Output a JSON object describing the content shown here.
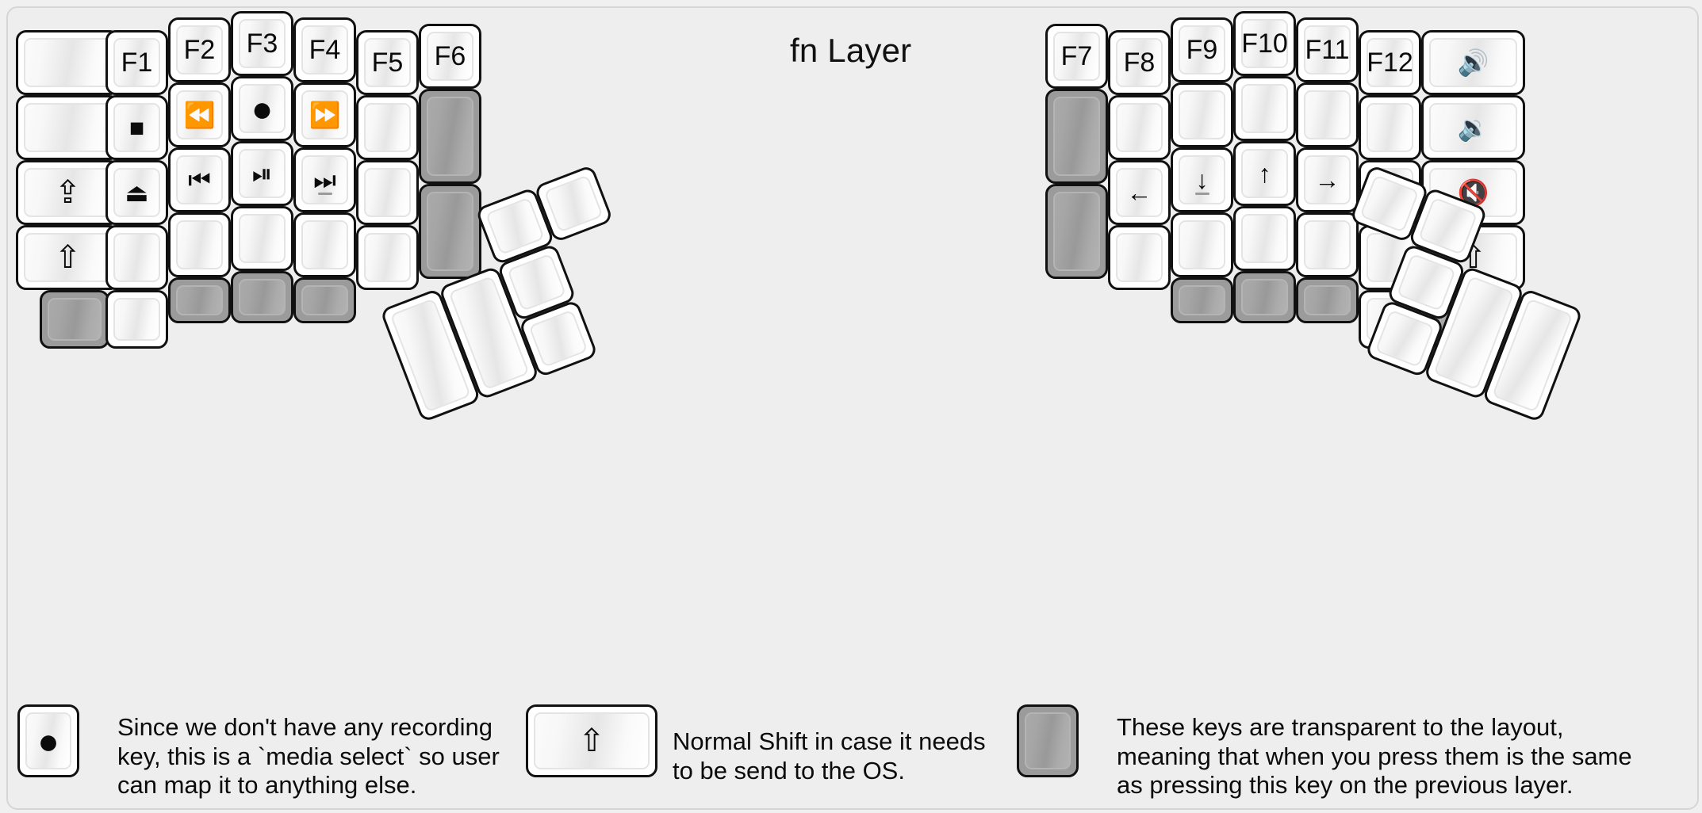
{
  "title": "fn Layer",
  "colors": {
    "background": "#f0f0f0",
    "plate": "#eeeeee",
    "key_face": "#ffffff",
    "key_outline": "#111111",
    "transparent_key": "#9b9b9b",
    "text": "#0b0b0b"
  },
  "glyphs": {
    "blank": "",
    "stop": "■",
    "eject": "⏏",
    "caps_lock": "⇪",
    "shift": "⇧",
    "rewind": "⏪",
    "record": "●",
    "fast_forward": "⏩",
    "prev_track": "⏮",
    "play_pause": "⏯",
    "next_track": "⏭",
    "arrow_left": "←",
    "arrow_down": "↓",
    "arrow_up": "↑",
    "arrow_right": "→",
    "volume_up": "🔊",
    "volume_down": "🔉",
    "volume_mute": "🔇"
  },
  "left_half": {
    "columns": [
      {
        "name": "pinky-outer",
        "keys": [
          {
            "label": "",
            "icon": "blank",
            "transparent": false
          },
          {
            "label": "",
            "icon": "blank",
            "transparent": false
          },
          {
            "label": "",
            "icon": "caps-lock-icon",
            "transparent": false
          },
          {
            "label": "",
            "icon": "shift-icon",
            "transparent": false
          },
          {
            "label": "",
            "icon": "blank",
            "transparent": true
          }
        ]
      },
      {
        "name": "pinky",
        "keys": [
          {
            "label": "F1",
            "icon": "",
            "transparent": false
          },
          {
            "label": "",
            "icon": "stop-icon",
            "transparent": false
          },
          {
            "label": "",
            "icon": "eject-icon",
            "transparent": false
          },
          {
            "label": "",
            "icon": "blank",
            "transparent": false
          },
          {
            "label": "",
            "icon": "blank",
            "transparent": false
          }
        ]
      },
      {
        "name": "ring",
        "keys": [
          {
            "label": "F2",
            "icon": "",
            "transparent": false
          },
          {
            "label": "",
            "icon": "rewind-icon",
            "transparent": false
          },
          {
            "label": "",
            "icon": "prev-track-icon",
            "transparent": false
          },
          {
            "label": "",
            "icon": "blank",
            "transparent": false
          },
          {
            "label": "",
            "icon": "blank",
            "transparent": true
          }
        ]
      },
      {
        "name": "middle",
        "keys": [
          {
            "label": "F3",
            "icon": "",
            "transparent": false
          },
          {
            "label": "",
            "icon": "record-icon",
            "transparent": false
          },
          {
            "label": "",
            "icon": "play-pause-icon",
            "transparent": false
          },
          {
            "label": "",
            "icon": "blank",
            "transparent": false
          },
          {
            "label": "",
            "icon": "blank",
            "transparent": true
          }
        ]
      },
      {
        "name": "index",
        "keys": [
          {
            "label": "F4",
            "icon": "",
            "transparent": false
          },
          {
            "label": "",
            "icon": "fast-forward-icon",
            "transparent": false
          },
          {
            "label": "",
            "icon": "next-track-icon",
            "transparent": false,
            "underbar": true
          },
          {
            "label": "",
            "icon": "blank",
            "transparent": false
          },
          {
            "label": "",
            "icon": "blank",
            "transparent": true
          }
        ]
      },
      {
        "name": "index-inner",
        "keys": [
          {
            "label": "F5",
            "icon": "",
            "transparent": false
          },
          {
            "label": "",
            "icon": "blank",
            "transparent": false
          },
          {
            "label": "",
            "icon": "blank",
            "transparent": false
          },
          {
            "label": "",
            "icon": "blank",
            "transparent": false
          }
        ]
      },
      {
        "name": "extra-inner",
        "keys": [
          {
            "label": "F6",
            "icon": "",
            "transparent": false
          },
          {
            "label": "",
            "icon": "blank",
            "transparent": true
          },
          {
            "label": "",
            "icon": "blank",
            "transparent": true
          }
        ]
      }
    ],
    "thumb_cluster": [
      {
        "name": "thumb-big-outer",
        "label": "",
        "icon": "blank"
      },
      {
        "name": "thumb-big-inner",
        "label": "",
        "icon": "blank"
      },
      {
        "name": "thumb-small-top",
        "label": "",
        "icon": "blank"
      },
      {
        "name": "thumb-small-mid",
        "label": "",
        "icon": "blank"
      },
      {
        "name": "thumb-small-bottom",
        "label": "",
        "icon": "blank"
      }
    ]
  },
  "right_half": {
    "columns": [
      {
        "name": "extra-inner",
        "keys": [
          {
            "label": "F7",
            "icon": "",
            "transparent": false
          },
          {
            "label": "",
            "icon": "blank",
            "transparent": true
          },
          {
            "label": "",
            "icon": "blank",
            "transparent": true
          }
        ]
      },
      {
        "name": "index-inner",
        "keys": [
          {
            "label": "F8",
            "icon": "",
            "transparent": false
          },
          {
            "label": "",
            "icon": "blank",
            "transparent": false
          },
          {
            "label": "",
            "icon": "arrow-left-icon",
            "transparent": false
          },
          {
            "label": "",
            "icon": "blank",
            "transparent": false
          }
        ]
      },
      {
        "name": "index",
        "keys": [
          {
            "label": "F9",
            "icon": "",
            "transparent": false
          },
          {
            "label": "",
            "icon": "blank",
            "transparent": false
          },
          {
            "label": "",
            "icon": "arrow-down-icon",
            "transparent": false,
            "underbar": true
          },
          {
            "label": "",
            "icon": "blank",
            "transparent": false
          },
          {
            "label": "",
            "icon": "blank",
            "transparent": true
          }
        ]
      },
      {
        "name": "middle",
        "keys": [
          {
            "label": "F10",
            "icon": "",
            "transparent": false
          },
          {
            "label": "",
            "icon": "blank",
            "transparent": false
          },
          {
            "label": "",
            "icon": "arrow-up-icon",
            "transparent": false
          },
          {
            "label": "",
            "icon": "blank",
            "transparent": false
          },
          {
            "label": "",
            "icon": "blank",
            "transparent": true
          }
        ]
      },
      {
        "name": "ring",
        "keys": [
          {
            "label": "F11",
            "icon": "",
            "transparent": false
          },
          {
            "label": "",
            "icon": "blank",
            "transparent": false
          },
          {
            "label": "",
            "icon": "arrow-right-icon",
            "transparent": false
          },
          {
            "label": "",
            "icon": "blank",
            "transparent": false
          },
          {
            "label": "",
            "icon": "blank",
            "transparent": true
          }
        ]
      },
      {
        "name": "pinky",
        "keys": [
          {
            "label": "F12",
            "icon": "",
            "transparent": false
          },
          {
            "label": "",
            "icon": "blank",
            "transparent": false
          },
          {
            "label": "",
            "icon": "blank",
            "transparent": false
          },
          {
            "label": "",
            "icon": "blank",
            "transparent": false
          },
          {
            "label": "",
            "icon": "blank",
            "transparent": false
          }
        ]
      },
      {
        "name": "pinky-outer",
        "keys": [
          {
            "label": "",
            "icon": "volume-up-icon",
            "transparent": false
          },
          {
            "label": "",
            "icon": "volume-down-icon",
            "transparent": false
          },
          {
            "label": "",
            "icon": "volume-mute-icon",
            "transparent": false
          },
          {
            "label": "",
            "icon": "shift-icon",
            "transparent": false
          },
          {
            "label": "",
            "icon": "blank",
            "transparent": true
          }
        ]
      }
    ],
    "thumb_cluster": [
      {
        "name": "thumb-small-top",
        "label": "",
        "icon": "blank"
      },
      {
        "name": "thumb-small-mid",
        "label": "",
        "icon": "blank"
      },
      {
        "name": "thumb-small-bottom",
        "label": "",
        "icon": "blank"
      },
      {
        "name": "thumb-big-inner",
        "label": "",
        "icon": "blank"
      },
      {
        "name": "thumb-big-outer",
        "label": "",
        "icon": "blank"
      }
    ]
  },
  "legend": [
    {
      "key_icon": "record-icon",
      "key_style": "white",
      "text": "Since we don't have any recording\nkey, this is a `media select` so user\ncan map it to anything else."
    },
    {
      "key_icon": "shift-icon",
      "key_style": "white",
      "text": "Normal Shift in case it needs\nto be send to the OS."
    },
    {
      "key_icon": "blank",
      "key_style": "transparent",
      "text": "These keys are transparent to the layout,\nmeaning that when you press them is the same\nas pressing this key on the previous layer."
    }
  ]
}
